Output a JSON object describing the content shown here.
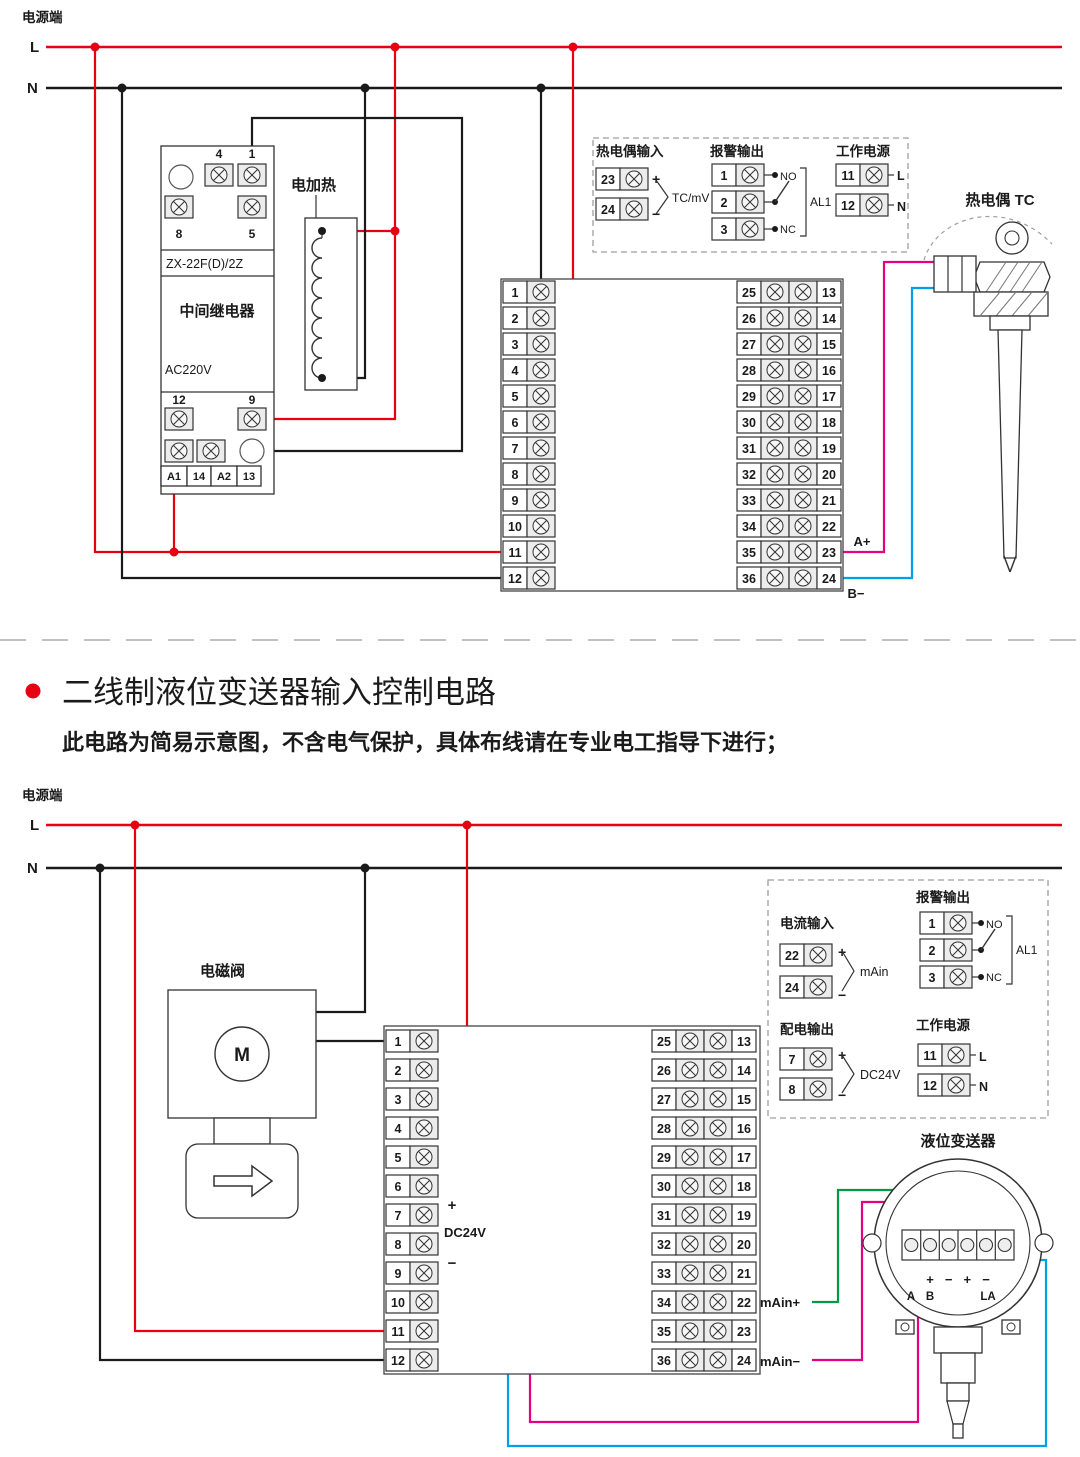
{
  "colors": {
    "red": "#e60012",
    "black": "#1a1a1a",
    "magenta": "#e4007f",
    "blue": "#00a0e9",
    "green": "#009944",
    "dash": "#9e9e9e"
  },
  "section1": {
    "power_label": "电源端",
    "l": "L",
    "n": "N",
    "relay": {
      "model": "ZX-22F(D)/2Z",
      "name": "中间继电器",
      "voltage": "AC220V",
      "t_top": [
        "4",
        "1"
      ],
      "t_mid": [
        "8",
        "5"
      ],
      "t_low": [
        "12",
        "9"
      ],
      "t_bottom": [
        "A1",
        "14",
        "A2",
        "13"
      ]
    },
    "heater_label": "电加热",
    "left_terminals": [
      "1",
      "2",
      "3",
      "4",
      "5",
      "6",
      "7",
      "8",
      "9",
      "10",
      "11",
      "12"
    ],
    "right_outer": [
      "25",
      "26",
      "27",
      "28",
      "29",
      "30",
      "31",
      "32",
      "33",
      "34",
      "35",
      "36"
    ],
    "right_inner": [
      "13",
      "14",
      "15",
      "16",
      "17",
      "18",
      "19",
      "20",
      "21",
      "22",
      "23",
      "24"
    ],
    "a_plus": "A+",
    "b_minus": "B−",
    "legend": {
      "tc": {
        "title": "热电偶输入",
        "t1": "23",
        "t2": "24",
        "plus": "+",
        "minus": "−",
        "signal": "TC/mV"
      },
      "alarm": {
        "title": "报警输出",
        "t1": "1",
        "t2": "2",
        "t3": "3",
        "no": "NO",
        "nc": "NC",
        "name": "AL1"
      },
      "power": {
        "title": "工作电源",
        "t1": "11",
        "t2": "12",
        "l": "L",
        "n": "N"
      }
    },
    "tc_label": "热电偶 TC"
  },
  "section2": {
    "title": "二线制液位变送器输入控制电路",
    "subtitle": "此电路为简易示意图，不含电气保护，具体布线请在专业电工指导下进行；",
    "power_label": "电源端",
    "l": "L",
    "n": "N",
    "valve_label": "电磁阀",
    "motor": "M",
    "left_terminals": [
      "1",
      "2",
      "3",
      "4",
      "5",
      "6",
      "7",
      "8",
      "9",
      "10",
      "11",
      "12"
    ],
    "right_outer": [
      "25",
      "26",
      "27",
      "28",
      "29",
      "30",
      "31",
      "32",
      "33",
      "34",
      "35",
      "36"
    ],
    "right_inner": [
      "13",
      "14",
      "15",
      "16",
      "17",
      "18",
      "19",
      "20",
      "21",
      "22",
      "23",
      "24"
    ],
    "dc_plus": "+",
    "dc_minus": "−",
    "dc_label": "DC24V",
    "main_plus": "mAin+",
    "main_minus": "mAin−",
    "legend": {
      "alarm": {
        "title": "报警输出",
        "t1": "1",
        "t2": "2",
        "t3": "3",
        "no": "NO",
        "nc": "NC",
        "name": "AL1"
      },
      "current": {
        "title": "电流输入",
        "t1": "22",
        "t2": "24",
        "plus": "+",
        "minus": "−",
        "signal": "mAin"
      },
      "dist": {
        "title": "配电输出",
        "t1": "7",
        "t2": "8",
        "plus": "+",
        "minus": "−",
        "signal": "DC24V"
      },
      "power": {
        "title": "工作电源",
        "t1": "11",
        "t2": "12",
        "l": "L",
        "n": "N"
      }
    },
    "transmitter_label": "液位变送器",
    "transmitter": {
      "a": "A",
      "b": "B",
      "pm": [
        "+",
        "−",
        "+",
        "−"
      ],
      "la": "LA"
    }
  }
}
